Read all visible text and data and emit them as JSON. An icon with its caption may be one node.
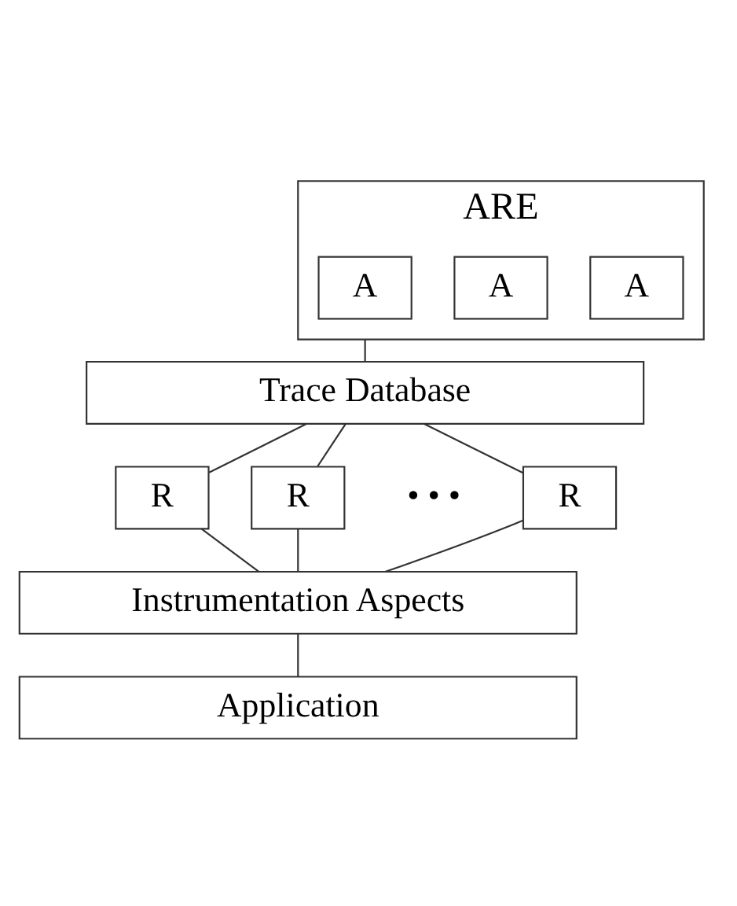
{
  "diagram": {
    "nodes": [
      {
        "text": [
          "ARE"
        ]
      },
      {
        "text": [
          "A"
        ],
        "in": 0
      },
      {
        "text": [
          "A"
        ],
        "in": 0
      },
      {
        "text": [
          "A"
        ],
        "in": 0
      },
      {
        "text": [
          "Trace Database"
        ]
      },
      {
        "text": [
          "R"
        ]
      },
      {
        "text": [
          "R"
        ]
      },
      {
        "text": [
          "R"
        ]
      },
      {
        "text": [
          "Instrumentation Aspects"
        ]
      },
      {
        "text": [
          "Application"
        ]
      }
    ],
    "edges": [
      {
        "from": 0,
        "to": 4,
        "arrow": "none"
      },
      {
        "from": 4,
        "to": 5,
        "arrow": "none"
      },
      {
        "from": 4,
        "to": 6,
        "arrow": "none"
      },
      {
        "from": 4,
        "to": 7,
        "arrow": "none"
      },
      {
        "from": 5,
        "to": 8,
        "arrow": "none"
      },
      {
        "from": 6,
        "to": 8,
        "arrow": "none"
      },
      {
        "from": 7,
        "to": 8,
        "arrow": "none"
      },
      {
        "from": 8,
        "to": 9,
        "arrow": "none"
      }
    ],
    "labels": [
      "• • •"
    ]
  }
}
